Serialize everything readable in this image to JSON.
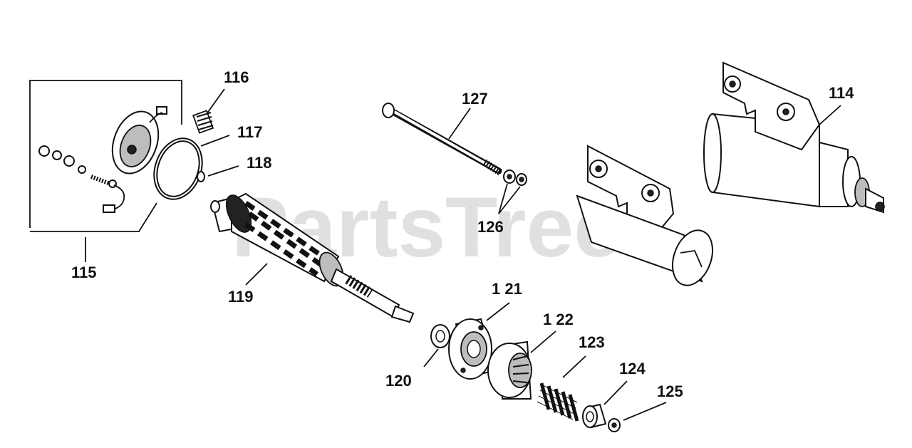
{
  "watermark": "PartsTree",
  "parts": [
    {
      "id": "p114",
      "label": "114",
      "icon": "starter-motor-assembly"
    },
    {
      "id": "p115",
      "label": "115",
      "icon": "brush-plate-kit"
    },
    {
      "id": "p116",
      "label": "116",
      "icon": "spring"
    },
    {
      "id": "p117",
      "label": "117",
      "icon": "o-ring"
    },
    {
      "id": "p118",
      "label": "118",
      "icon": "small-ring"
    },
    {
      "id": "p119",
      "label": "119",
      "icon": "armature"
    },
    {
      "id": "p120",
      "label": "120",
      "icon": "washer"
    },
    {
      "id": "p121",
      "label": "1 21",
      "icon": "end-cap"
    },
    {
      "id": "p122",
      "label": "1 22",
      "icon": "drive-pinion"
    },
    {
      "id": "p123",
      "label": "123",
      "icon": "spring"
    },
    {
      "id": "p124",
      "label": "124",
      "icon": "collar"
    },
    {
      "id": "p125",
      "label": "125",
      "icon": "nut"
    },
    {
      "id": "p126",
      "label": "126",
      "icon": "washers"
    },
    {
      "id": "p127",
      "label": "127",
      "icon": "through-bolt"
    }
  ]
}
